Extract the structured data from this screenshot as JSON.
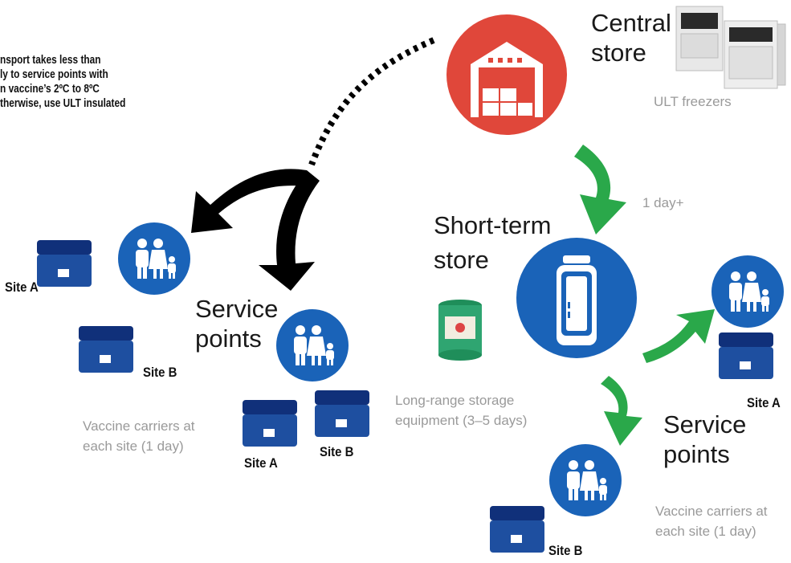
{
  "note": {
    "lines": [
      "nsport takes less than",
      "ly to service points with",
      "n vaccine’s 2ºC to 8ºC",
      "therwise, use ULT insulated"
    ]
  },
  "central_store": {
    "label_line1": "Central",
    "label_line2": "store",
    "freezer_caption": "ULT freezers"
  },
  "short_term_store": {
    "label_line1": "Short-term",
    "label_line2": "store",
    "transit": "1 day+"
  },
  "long_range": {
    "line1": "Long-range storage",
    "line2": "equipment (3–5 days)"
  },
  "left_cluster": {
    "service_points_line1": "Service",
    "service_points_line2": "points",
    "carriers_line1": "Vaccine carriers at",
    "carriers_line2": "each site  (1 day)",
    "site_a_1": "Site A",
    "site_b_1": "Site B",
    "site_a_2": "Site A",
    "site_b_2": "Site B"
  },
  "right_cluster": {
    "service_points_line1": "Service",
    "service_points_line2": "points",
    "carriers_line1": "Vaccine carriers at",
    "carriers_line2": "each site  (1 day)",
    "site_a": "Site A",
    "site_b": "Site B"
  },
  "colors": {
    "blue": "#1a63b8",
    "red": "#e0473a",
    "green": "#2aa84a",
    "black": "#000000",
    "gray": "#9a9a9a"
  },
  "icons": [
    "warehouse-icon",
    "freezer-icon",
    "family-icon",
    "cooler-box-icon",
    "thermos-icon",
    "long-range-container-icon"
  ]
}
